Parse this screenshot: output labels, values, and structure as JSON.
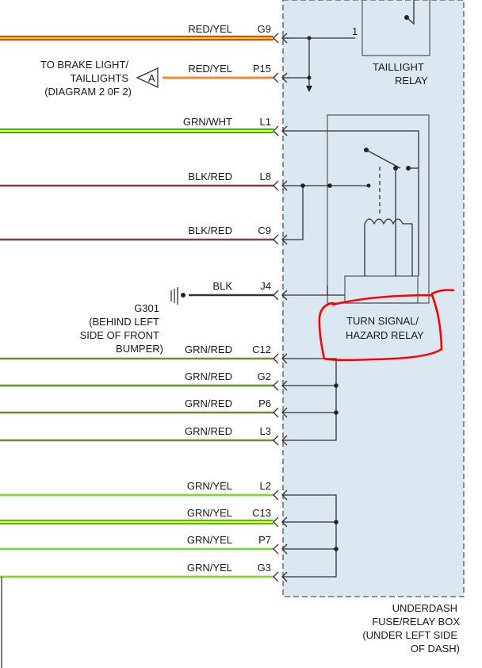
{
  "wires": [
    {
      "id": "g9",
      "color_label": "RED/YEL",
      "pin": "G9",
      "colors": [
        "#ff2a1a",
        "#ffe000"
      ],
      "thick": true
    },
    {
      "id": "p15",
      "color_label": "RED/YEL",
      "pin": "P15",
      "colors": [
        "#ff2a1a",
        "#ffe000"
      ],
      "thick": false
    },
    {
      "id": "l1",
      "color_label": "GRN/WHT",
      "pin": "L1",
      "colors": [
        "#22aa22",
        "#ffff44"
      ],
      "thick": true
    },
    {
      "id": "l8",
      "color_label": "BLK/RED",
      "pin": "L8",
      "colors": [
        "#444444",
        "#cc3333"
      ],
      "thick": false
    },
    {
      "id": "c9",
      "color_label": "BLK/RED",
      "pin": "C9",
      "colors": [
        "#444444",
        "#cc3333"
      ],
      "thick": false
    },
    {
      "id": "j4",
      "color_label": "BLK",
      "pin": "J4",
      "colors": [
        "#333333",
        "#333333"
      ],
      "thick": false
    },
    {
      "id": "c12",
      "color_label": "GRN/RED",
      "pin": "C12",
      "colors": [
        "#22aa22",
        "#cc6633"
      ],
      "thick": false
    },
    {
      "id": "g2",
      "color_label": "GRN/RED",
      "pin": "G2",
      "colors": [
        "#22aa22",
        "#cc6633"
      ],
      "thick": false
    },
    {
      "id": "p6",
      "color_label": "GRN/RED",
      "pin": "P6",
      "colors": [
        "#22aa22",
        "#cc6633"
      ],
      "thick": false
    },
    {
      "id": "l3",
      "color_label": "GRN/RED",
      "pin": "L3",
      "colors": [
        "#22aa22",
        "#cc6633"
      ],
      "thick": false
    },
    {
      "id": "l2",
      "color_label": "GRN/YEL",
      "pin": "L2",
      "colors": [
        "#33bb22",
        "#ddee33"
      ],
      "thick": false
    },
    {
      "id": "c13",
      "color_label": "GRN/YEL",
      "pin": "C13",
      "colors": [
        "#33bb22",
        "#ffff22"
      ],
      "thick": true
    },
    {
      "id": "p7",
      "color_label": "GRN/YEL",
      "pin": "P7",
      "colors": [
        "#33bb22",
        "#ddee33"
      ],
      "thick": false
    },
    {
      "id": "g3",
      "color_label": "GRN/YEL",
      "pin": "G3",
      "colors": [
        "#33bb22",
        "#ddee33"
      ],
      "thick": false
    }
  ],
  "labels": {
    "brake_light": [
      "TO BRAKE LIGHT/",
      "TAILLIGHTS",
      "(DIAGRAM 2 0F 2)"
    ],
    "connector_a": "A",
    "ground": [
      "G301",
      "(BEHIND LEFT",
      "SIDE OF FRONT",
      "BUMPER)"
    ],
    "taillight_relay": [
      "TAILLIGHT",
      "RELAY"
    ],
    "taillight_pin": "1",
    "turn_relay": [
      "TURN SIGNAL/",
      "HAZARD RELAY"
    ],
    "fuse_box": [
      "UNDERDASH",
      "FUSE/RELAY BOX",
      "(UNDER LEFT SIDE",
      "OF DASH)"
    ]
  },
  "colors": {
    "box_fill": "#dbe8f2",
    "highlight": "#ff0000"
  }
}
